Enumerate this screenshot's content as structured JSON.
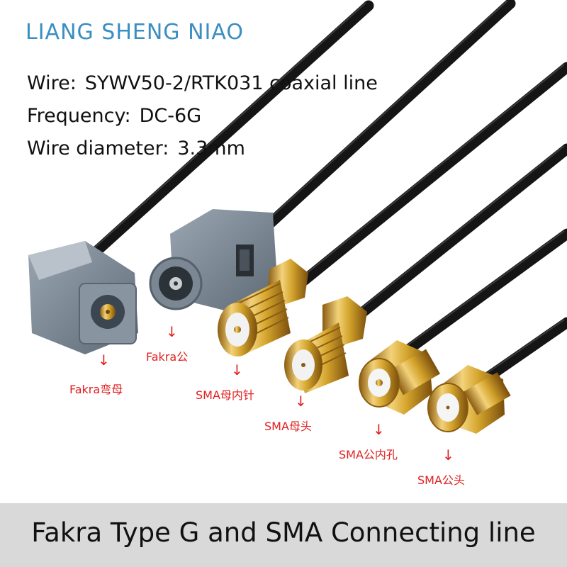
{
  "brand": "LIANG SHENG NIAO",
  "specs": {
    "wire_key": "Wire:",
    "wire_value": "SYWV50-2/RTK031 coaxial line",
    "frequency_key": "Frequency:",
    "frequency_value": "DC-6G",
    "diameter_key": "Wire diameter:",
    "diameter_value": "3.3mm"
  },
  "connectors": [
    {
      "label": "Fakra弯母"
    },
    {
      "label": "Fakra公"
    },
    {
      "label": "SMA母内针"
    },
    {
      "label": "SMA母头"
    },
    {
      "label": "SMA公内孔"
    },
    {
      "label": "SMA公头"
    }
  ],
  "footer": {
    "title": "Fakra Type G and SMA Connecting line"
  },
  "colors": {
    "brand": "#3a8ec2",
    "label_red": "#e02020",
    "fakra_gray": "#7d8a96",
    "gold": "#d4a42c",
    "cable": "#1a1a1a"
  }
}
